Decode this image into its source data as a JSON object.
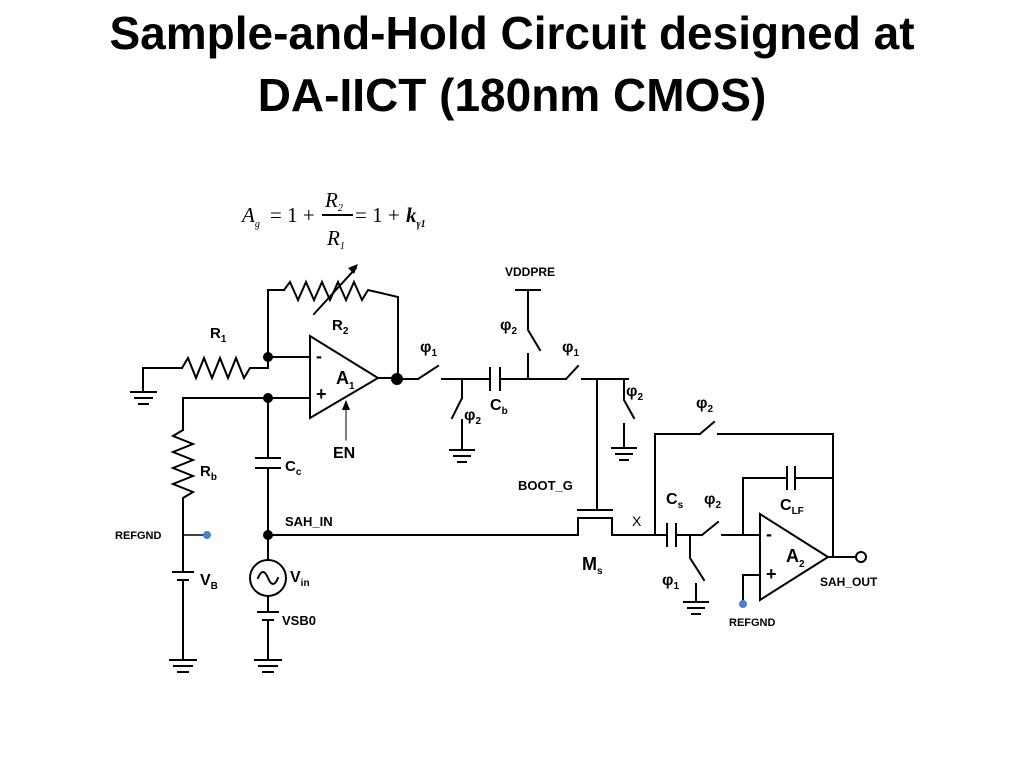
{
  "title": {
    "line1": "Sample-and-Hold Circuit designed at",
    "line2": "DA-IICT (180nm CMOS)"
  },
  "equation": {
    "lhs": "A",
    "lhs_sub": "g",
    "part1": "= 1 +",
    "numerator": "R",
    "numerator_sub": "2",
    "denominator": "R",
    "denominator_sub": "1",
    "part2": "= 1 +",
    "k": "k",
    "k_sub": "γ1"
  },
  "labels": {
    "r1": "R",
    "r1_sub": "1",
    "r2": "R",
    "r2_sub": "2",
    "rb": "R",
    "rb_sub": "b",
    "cc": "C",
    "cc_sub": "c",
    "cb": "C",
    "cb_sub": "b",
    "cs": "C",
    "cs_sub": "s",
    "clf": "C",
    "clf_sub": "LF",
    "a1": "A",
    "a1_sub": "1",
    "a2": "A",
    "a2_sub": "2",
    "ms": "M",
    "ms_sub": "s",
    "vb": "V",
    "vb_sub": "B",
    "vin": "V",
    "vin_sub": "in",
    "vsb0": "VSB0",
    "sah_in": "SAH_IN",
    "sah_out": "SAH_OUT",
    "refgnd_left": "REFGND",
    "refgnd_right": "REFGND",
    "en": "EN",
    "vddpre": "VDDPRE",
    "boot_g": "BOOT_G",
    "x": "X",
    "minus": "-",
    "plus": "+",
    "phi": "φ",
    "phi1_sub": "1",
    "phi2_sub": "2"
  }
}
